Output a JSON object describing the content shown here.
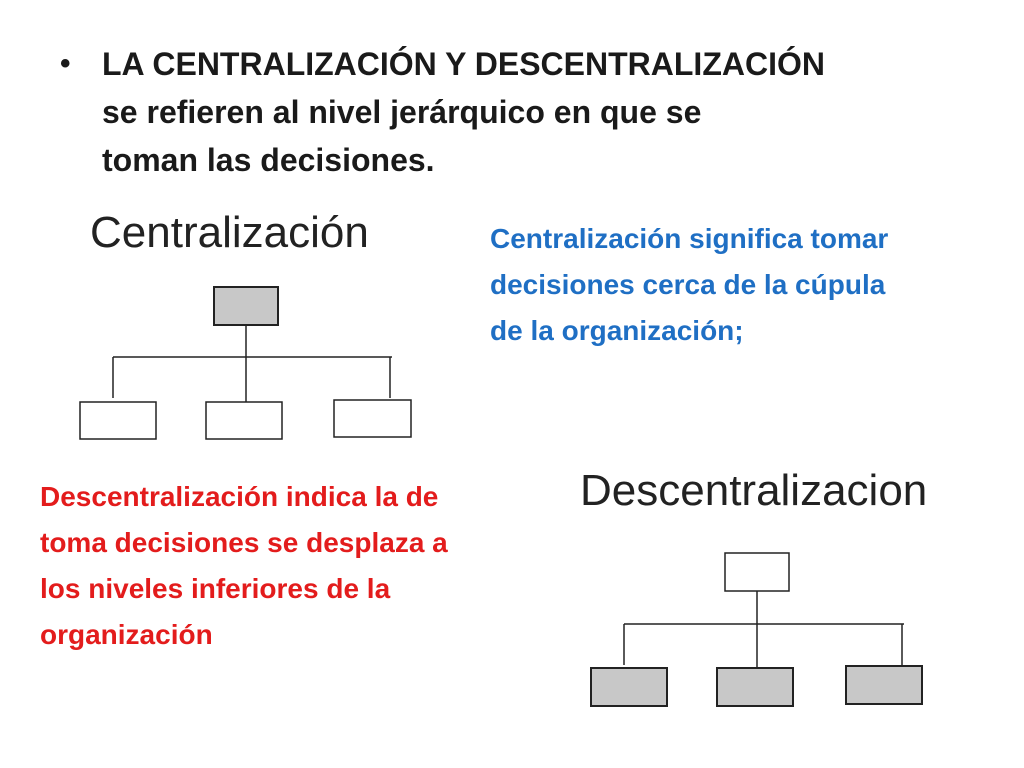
{
  "slide": {
    "bullet": {
      "lead": "LA CENTRALIZACIÓN Y DESCENTRALIZACIÓN",
      "line2": "se refieren al nivel jerárquico en que se",
      "line3": "toman las decisiones."
    },
    "centralization": {
      "heading": "Centralización",
      "description_lines": [
        "Centralización significa tomar",
        "decisiones cerca de la cúpula",
        "de la organización;"
      ]
    },
    "decentralization": {
      "heading": "Descentralizacion",
      "description_lines": [
        "Descentralización indica la de",
        "toma decisiones se desplaza a",
        "los niveles inferiores de la",
        "organización"
      ]
    }
  },
  "colors": {
    "central_text": "#1f6fc4",
    "descent_text": "#e31c1c",
    "shaded_box": "#c8c8c8",
    "line": "#222222"
  }
}
